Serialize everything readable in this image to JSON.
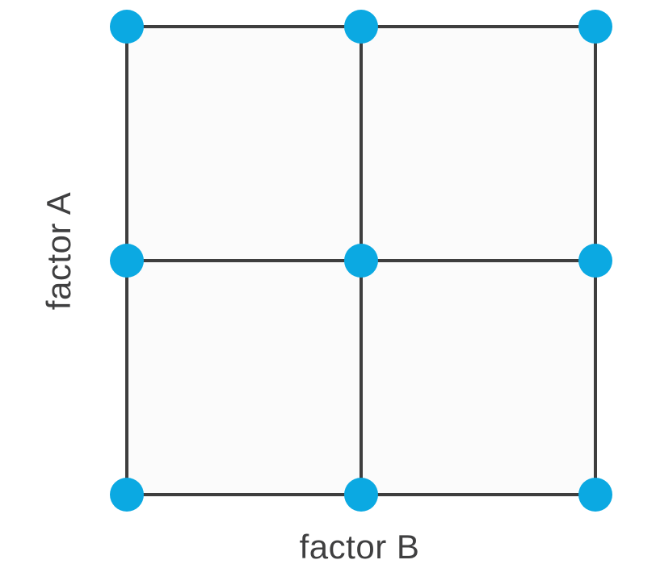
{
  "diagram": {
    "type": "factorial-design-grid",
    "axis_labels": {
      "left": "factor A",
      "bottom": "factor B"
    },
    "grid": {
      "rows": 3,
      "cols": 3,
      "x_positions": [
        157,
        447,
        737
      ],
      "y_positions": [
        33,
        323,
        613
      ],
      "line_color": "#3e3e3e",
      "line_width": 4,
      "cell_fill": "#fbfbfb"
    },
    "points": [
      {
        "row": 0,
        "col": 0
      },
      {
        "row": 0,
        "col": 1
      },
      {
        "row": 0,
        "col": 2
      },
      {
        "row": 1,
        "col": 0
      },
      {
        "row": 1,
        "col": 1
      },
      {
        "row": 1,
        "col": 2
      },
      {
        "row": 2,
        "col": 0
      },
      {
        "row": 2,
        "col": 1
      },
      {
        "row": 2,
        "col": 2
      }
    ],
    "point_style": {
      "radius": 21,
      "fill": "#0ba9e2"
    },
    "text_color": "#3f3f40"
  }
}
